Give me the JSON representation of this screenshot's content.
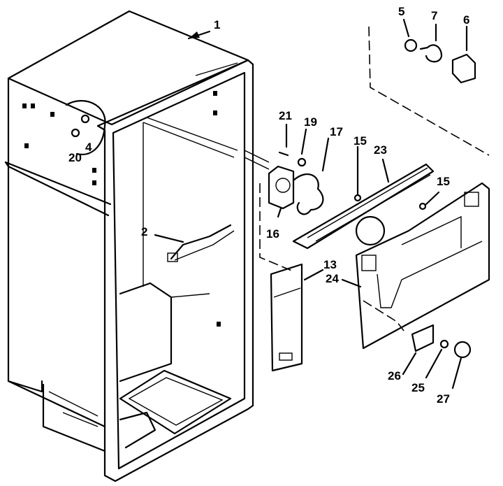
{
  "callouts": {
    "c1": "1",
    "c2": "2",
    "c4": "4",
    "c5": "5",
    "c6": "6",
    "c7": "7",
    "c13": "13",
    "c15a": "15",
    "c15b": "15",
    "c16": "16",
    "c17": "17",
    "c19": "19",
    "c20": "20",
    "c21": "21",
    "c23": "23",
    "c24": "24",
    "c25": "25",
    "c26": "26",
    "c27": "27"
  }
}
